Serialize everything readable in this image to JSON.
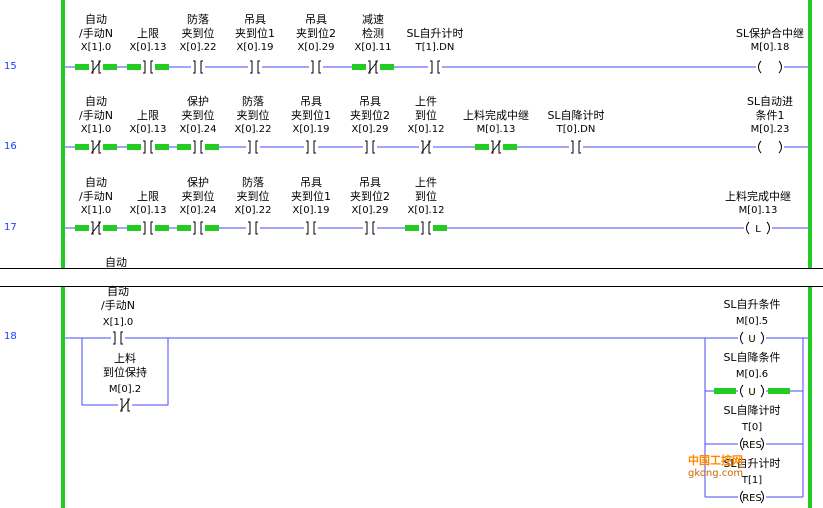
{
  "colors": {
    "rail": "#22cc22",
    "energized": "#22cc22",
    "wire": "#4a4aff",
    "rung_number": "#1a3cff"
  },
  "rungs": [
    {
      "number": "15",
      "contacts": [
        {
          "label": "自动\n/手动N",
          "address": "X[1].0",
          "type": "NC",
          "energized": true
        },
        {
          "label": "上限",
          "address": "X[0].13",
          "type": "NO",
          "energized": true
        },
        {
          "label": "防落\n夹到位",
          "address": "X[0].22",
          "type": "NO",
          "energized": false
        },
        {
          "label": "吊具\n夹到位1",
          "address": "X[0].19",
          "type": "NO",
          "energized": false
        },
        {
          "label": "吊具\n夹到位2",
          "address": "X[0].29",
          "type": "NO",
          "energized": false
        },
        {
          "label": "减速\n检测",
          "address": "X[0].11",
          "type": "NC",
          "energized": true
        },
        {
          "label": "SL自升计时",
          "address": "T[1].DN",
          "type": "NO",
          "energized": false
        }
      ],
      "coil": {
        "label": "SL保护合中继",
        "address": "M[0].18",
        "symbol": "( )"
      }
    },
    {
      "number": "16",
      "contacts": [
        {
          "label": "自动\n/手动N",
          "address": "X[1].0",
          "type": "NC",
          "energized": true
        },
        {
          "label": "上限",
          "address": "X[0].13",
          "type": "NO",
          "energized": true
        },
        {
          "label": "保护\n夹到位",
          "address": "X[0].24",
          "type": "NO",
          "energized": true
        },
        {
          "label": "防落\n夹到位",
          "address": "X[0].22",
          "type": "NO",
          "energized": false
        },
        {
          "label": "吊具\n夹到位1",
          "address": "X[0].19",
          "type": "NO",
          "energized": false
        },
        {
          "label": "吊具\n夹到位2",
          "address": "X[0].29",
          "type": "NO",
          "energized": false
        },
        {
          "label": "上件\n到位",
          "address": "X[0].12",
          "type": "NC",
          "energized": false
        },
        {
          "label": "上料完成中继",
          "address": "M[0].13",
          "type": "NC",
          "energized": true
        },
        {
          "label": "SL自降计时",
          "address": "T[0].DN",
          "type": "NO",
          "energized": false
        }
      ],
      "coil": {
        "label": "SL自动进\n条件1",
        "address": "M[0].23",
        "symbol": "( )"
      }
    },
    {
      "number": "17",
      "contacts": [
        {
          "label": "自动\n/手动N",
          "address": "X[1].0",
          "type": "NC",
          "energized": true
        },
        {
          "label": "上限",
          "address": "X[0].13",
          "type": "NO",
          "energized": true
        },
        {
          "label": "保护\n夹到位",
          "address": "X[0].24",
          "type": "NO",
          "energized": true
        },
        {
          "label": "防落\n夹到位",
          "address": "X[0].22",
          "type": "NO",
          "energized": false
        },
        {
          "label": "吊具\n夹到位1",
          "address": "X[0].19",
          "type": "NO",
          "energized": false
        },
        {
          "label": "吊具\n夹到位2",
          "address": "X[0].29",
          "type": "NO",
          "energized": false
        },
        {
          "label": "上件\n到位",
          "address": "X[0].12",
          "type": "NO",
          "energized": true
        }
      ],
      "coil": {
        "label": "上料完成中继",
        "address": "M[0].13",
        "symbol": "(L)"
      }
    },
    {
      "number": "18",
      "partial_label": "自动",
      "contacts": [
        {
          "label": "自动\n/手动N",
          "address": "X[1].0",
          "type": "NO",
          "energized": false
        }
      ],
      "branch_contact": {
        "label": "上料\n到位保持",
        "address": "M[0].2",
        "type": "NC",
        "energized": false
      },
      "outputs": [
        {
          "label": "SL自升条件",
          "address": "M[0].5",
          "symbol": "(U)",
          "energized": false
        },
        {
          "label": "SL自降条件",
          "address": "M[0].6",
          "symbol": "(U)",
          "energized": true
        },
        {
          "label": "SL自降计时",
          "address": "T[0]",
          "symbol": "(RES)",
          "energized": false
        },
        {
          "label": "SL自升计时",
          "address": "T[1]",
          "symbol": "(RES)",
          "energized": false
        }
      ]
    }
  ],
  "watermark": {
    "line1": "中国工控网",
    "line2": "gkong.com"
  }
}
